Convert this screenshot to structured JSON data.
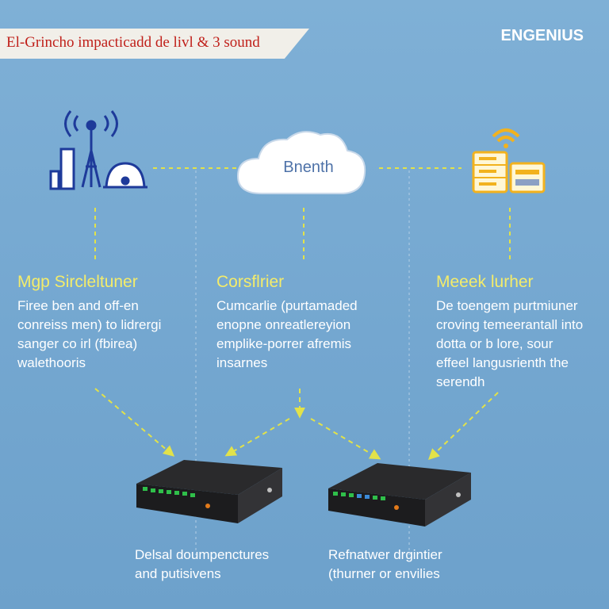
{
  "header": {
    "title": "El-Grincho impacticadd de livl & 3 sound",
    "brand": "ENGENIUS"
  },
  "cloud": {
    "label": "Bnenth"
  },
  "columns": [
    {
      "title": "Mgp Sircleltuner",
      "body": "Firee ben and off-en\nconreiss men) to lidrergi\nsanger co irl (fbirea)\nwalethooris"
    },
    {
      "title": "Corsflrier",
      "body": "Cumcarlie (purtamaded\nenopne onreatlereyion\nemplike-porrer afremis\ninsarnes"
    },
    {
      "title": "Meeek lurher",
      "body": "De toengem purtmiuner\ncroving temeerantall into\ndotta or b lore, sour\neffeel langusrienth the\nserendh"
    }
  ],
  "devices": [
    {
      "caption": "Delsal doumpenctures\nand putisivens"
    },
    {
      "caption": "Refnatwer drgintier\n(thurner or envilies"
    }
  ],
  "colors": {
    "accent_yellow": "#f4ec6a",
    "connector": "#e2e24a",
    "icon_blue": "#1e3a9a",
    "server_orange": "#f2b21e",
    "title_red": "#c0201a"
  }
}
